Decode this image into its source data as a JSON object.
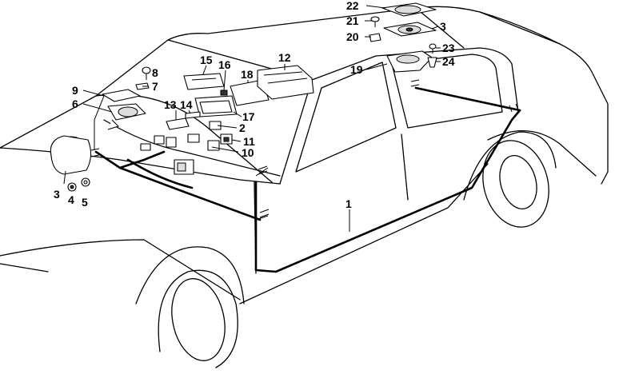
{
  "diagram": {
    "callouts": [
      {
        "id": "c1",
        "text": "1"
      },
      {
        "id": "c2",
        "text": "2"
      },
      {
        "id": "c3a",
        "text": "3"
      },
      {
        "id": "c3b",
        "text": "3"
      },
      {
        "id": "c4",
        "text": "4"
      },
      {
        "id": "c5",
        "text": "5"
      },
      {
        "id": "c6",
        "text": "6"
      },
      {
        "id": "c7",
        "text": "7"
      },
      {
        "id": "c8",
        "text": "8"
      },
      {
        "id": "c9",
        "text": "9"
      },
      {
        "id": "c10",
        "text": "10"
      },
      {
        "id": "c11",
        "text": "11"
      },
      {
        "id": "c12",
        "text": "12"
      },
      {
        "id": "c13",
        "text": "13"
      },
      {
        "id": "c14",
        "text": "14"
      },
      {
        "id": "c15",
        "text": "15"
      },
      {
        "id": "c16",
        "text": "16"
      },
      {
        "id": "c17",
        "text": "17"
      },
      {
        "id": "c18",
        "text": "18"
      },
      {
        "id": "c19",
        "text": "19"
      },
      {
        "id": "c20",
        "text": "20"
      },
      {
        "id": "c21",
        "text": "21"
      },
      {
        "id": "c22",
        "text": "22"
      },
      {
        "id": "c23",
        "text": "23"
      },
      {
        "id": "c24",
        "text": "24"
      }
    ]
  }
}
